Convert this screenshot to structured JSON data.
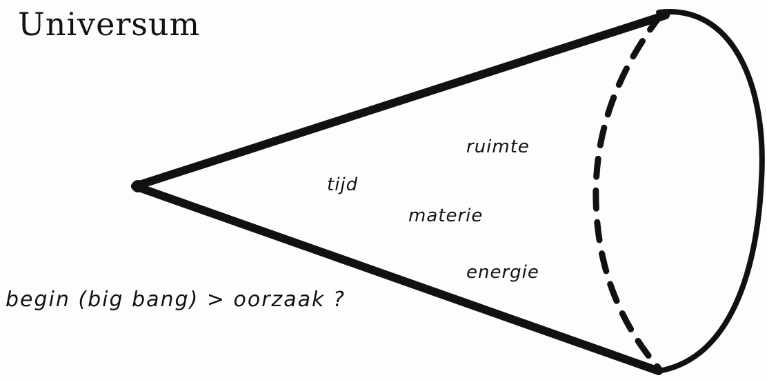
{
  "diagram": {
    "title": "Universum",
    "labels": {
      "ruimte": "ruimte",
      "tijd": "tijd",
      "materie": "materie",
      "energie": "energie"
    },
    "caption": "begin (big bang) > oorzaak ?"
  },
  "colors": {
    "ink": "#111111",
    "paper": "#fdfdfd"
  }
}
